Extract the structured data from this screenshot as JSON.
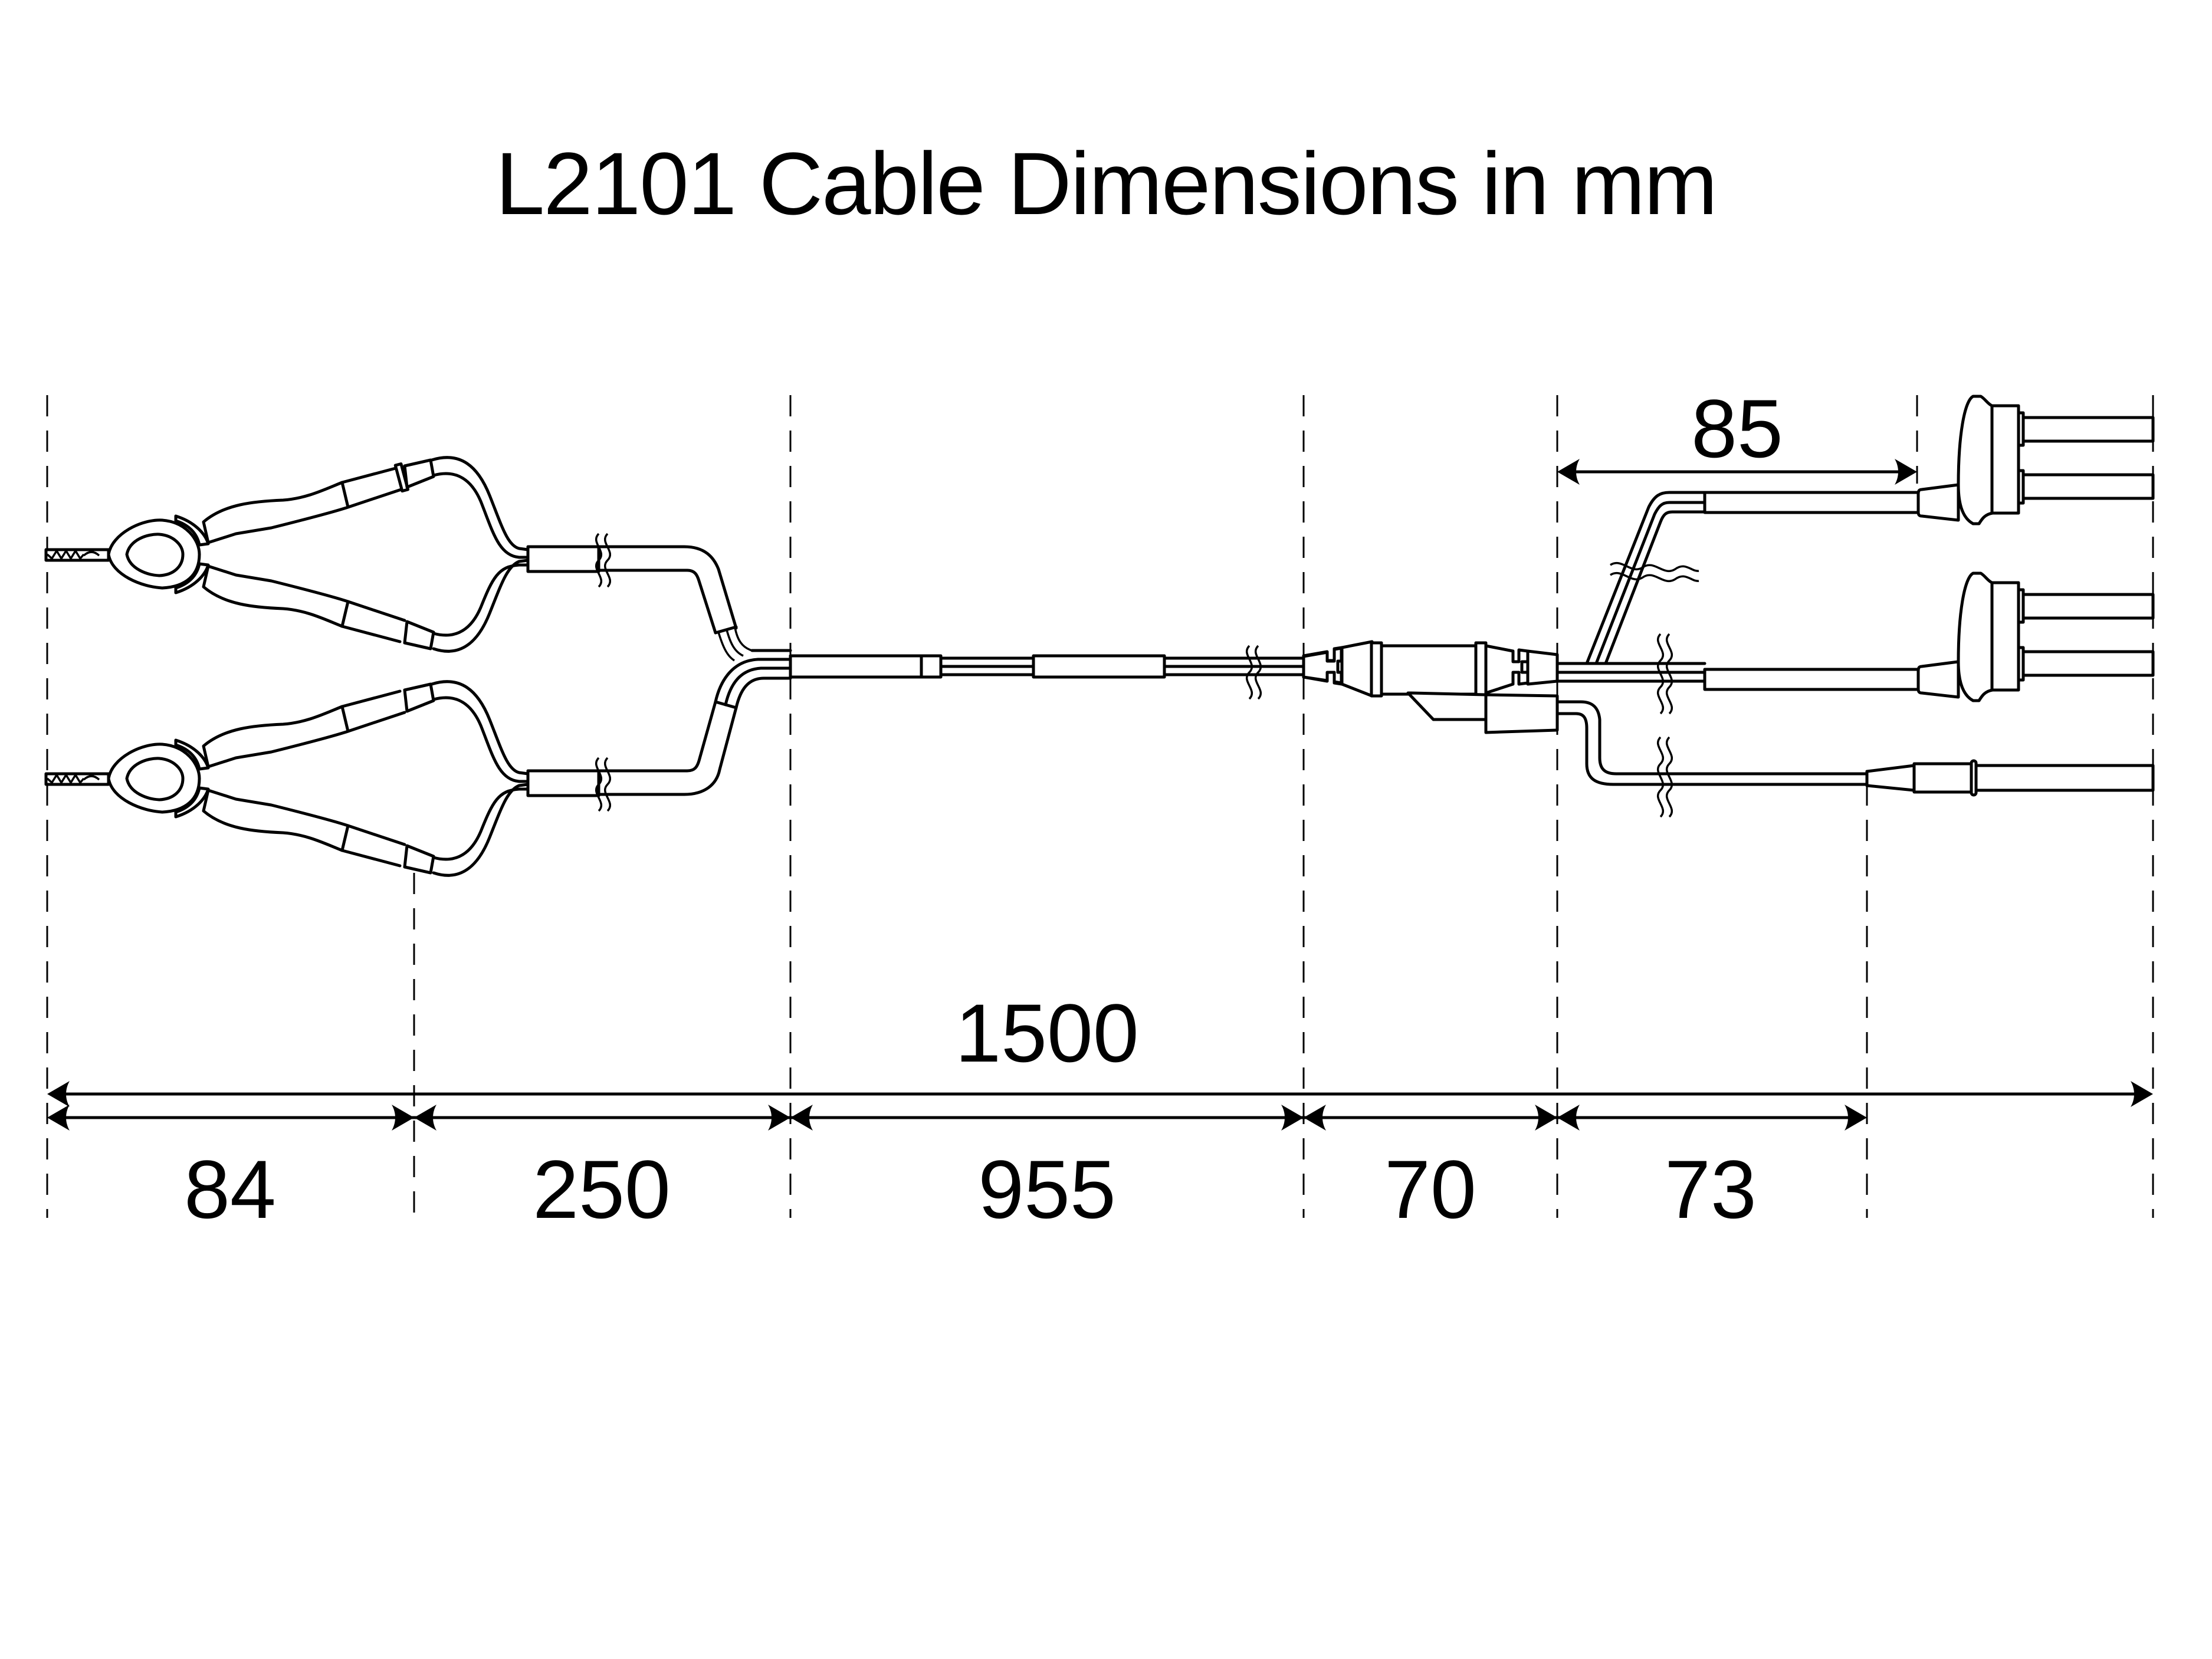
{
  "title": "L2101 Cable Dimensions in mm",
  "units": "mm",
  "dimensions": {
    "total": {
      "label": "1500",
      "value": 1500
    },
    "branch_offset": {
      "label": "85",
      "value": 85
    },
    "segments": [
      {
        "label": "84",
        "value": 84
      },
      {
        "label": "250",
        "value": 250
      },
      {
        "label": "955",
        "value": 955
      },
      {
        "label": "70",
        "value": 70
      },
      {
        "label": "73",
        "value": 73
      }
    ]
  },
  "components": {
    "left": [
      "current-clamp-1",
      "current-clamp-2"
    ],
    "middle": [
      "y-splitter",
      "main-cable",
      "inline-connector"
    ],
    "right": [
      "dual-plug-1",
      "dual-plug-2",
      "single-plug"
    ]
  },
  "colors": {
    "line": "#000000",
    "background": "#ffffff"
  }
}
